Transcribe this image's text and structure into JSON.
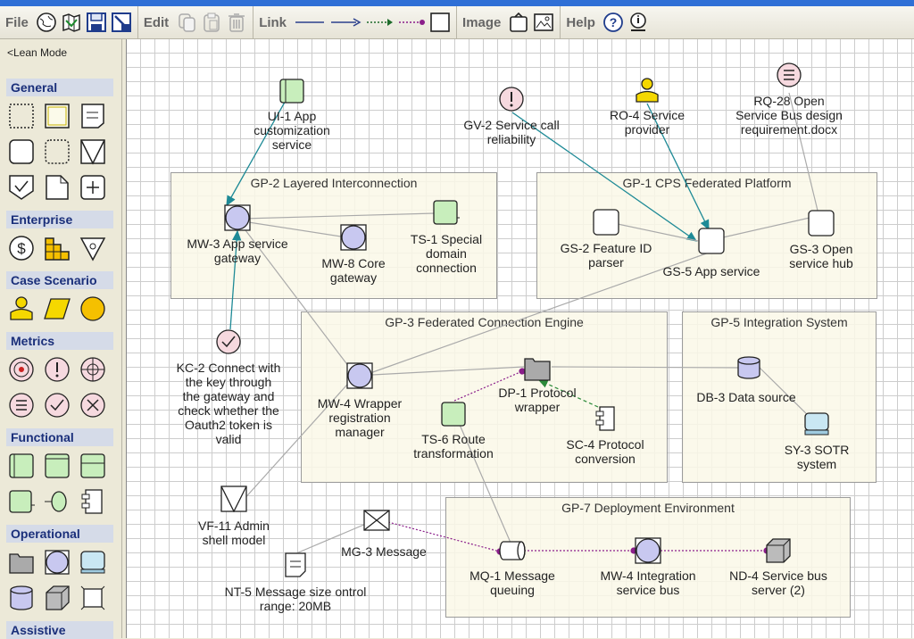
{
  "menu": {
    "file": "File",
    "edit": "Edit",
    "link": "Link",
    "image": "Image",
    "help": "Help"
  },
  "sidebar": {
    "lean_mode": "<Lean Mode",
    "sections": [
      "General",
      "Enterprise",
      "Case Scenario",
      "Metrics",
      "Functional",
      "Operational",
      "Assistive"
    ]
  },
  "groups": {
    "gp2": "GP-2 Layered Interconnection",
    "gp1": "GP-1 CPS Federated Platform",
    "gp3": "GP-3 Federated Connection Engine",
    "gp5": "GP-5 Integration System",
    "gp7": "GP-7 Deployment Environment"
  },
  "nodes": {
    "ui1": "UI-1 App customization service",
    "gv2": "GV-2 Service call reliability",
    "ro4": "RO-4 Service provider",
    "rq28": "RQ-28 Open Service Bus design requirement.docx",
    "mw3": "MW-3 App service gateway",
    "mw8": "MW-8 Core gateway",
    "ts1": "TS-1 Special domain connection",
    "gs2": "GS-2 Feature ID parser",
    "gs5": "GS-5 App service",
    "gs3": "GS-3 Open service hub",
    "kc2": "KC-2 Connect with the key through the gateway and check whether the Oauth2 token is valid",
    "mw4w": "MW-4 Wrapper registration manager",
    "dp1": "DP-1 Protocol wrapper",
    "ts6": "TS-6 Route transformation",
    "sc4": "SC-4 Protocol conversion",
    "db3": "DB-3 Data source",
    "sy3": "SY-3 SOTR system",
    "vf11": "VF-11 Admin shell model",
    "mg3": "MG-3 Message",
    "nt5": "NT-5 Message size ontrol range: 20MB",
    "mq1": "MQ-1 Message queuing",
    "mw4i": "MW-4 Integration service bus",
    "nd4": "ND-4 Service bus server (2)"
  }
}
